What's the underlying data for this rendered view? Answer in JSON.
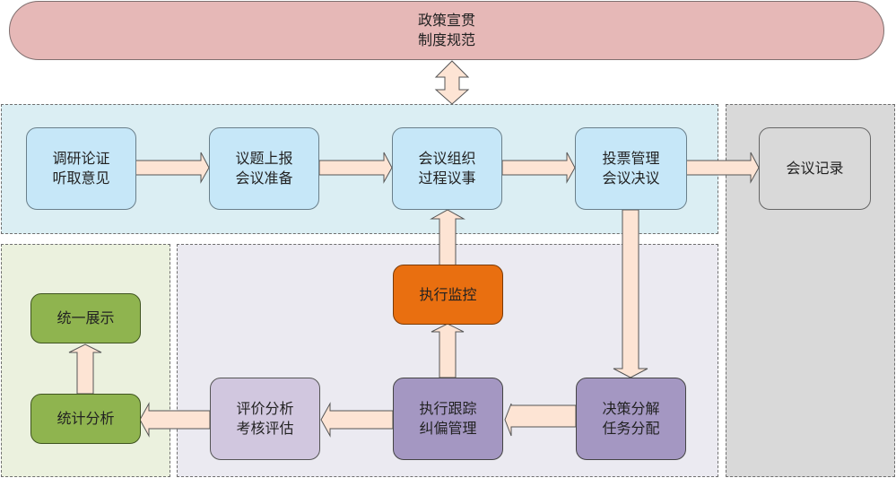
{
  "banner": {
    "line1": "政策宣贯",
    "line2": "制度规范",
    "color": "#e6b8b7"
  },
  "regions": {
    "meeting_process": {
      "color": "#dbeef3"
    },
    "records": {
      "color": "#d9d9d9"
    },
    "statistics": {
      "color": "#ebf1de"
    },
    "execution": {
      "color": "#ebeaf1"
    }
  },
  "nodes": {
    "research": {
      "line1": "调研论证",
      "line2": "听取意见"
    },
    "agenda": {
      "line1": "议题上报",
      "line2": "会议准备"
    },
    "organize": {
      "line1": "会议组织",
      "line2": "过程议事"
    },
    "vote": {
      "line1": "投票管理",
      "line2": "会议决议"
    },
    "record": {
      "line1": "会议记录"
    },
    "monitor": {
      "line1": "执行监控",
      "color": "#e96f10"
    },
    "decompose": {
      "line1": "决策分解",
      "line2": "任务分配"
    },
    "track": {
      "line1": "执行跟踪",
      "line2": "纠偏管理"
    },
    "evaluate": {
      "line1": "评价分析",
      "line2": "考核评估"
    },
    "stats": {
      "line1": "统计分析"
    },
    "display": {
      "line1": "统一展示"
    }
  },
  "connections": [
    {
      "from": "banner",
      "to": "meeting_process",
      "type": "bidirectional"
    },
    {
      "from": "research",
      "to": "agenda"
    },
    {
      "from": "agenda",
      "to": "organize"
    },
    {
      "from": "organize",
      "to": "vote"
    },
    {
      "from": "vote",
      "to": "record"
    },
    {
      "from": "vote",
      "to": "decompose"
    },
    {
      "from": "decompose",
      "to": "track"
    },
    {
      "from": "track",
      "to": "monitor"
    },
    {
      "from": "monitor",
      "to": "organize"
    },
    {
      "from": "track",
      "to": "evaluate"
    },
    {
      "from": "evaluate",
      "to": "stats"
    },
    {
      "from": "stats",
      "to": "display"
    }
  ],
  "arrow_color": "#fde4d4"
}
